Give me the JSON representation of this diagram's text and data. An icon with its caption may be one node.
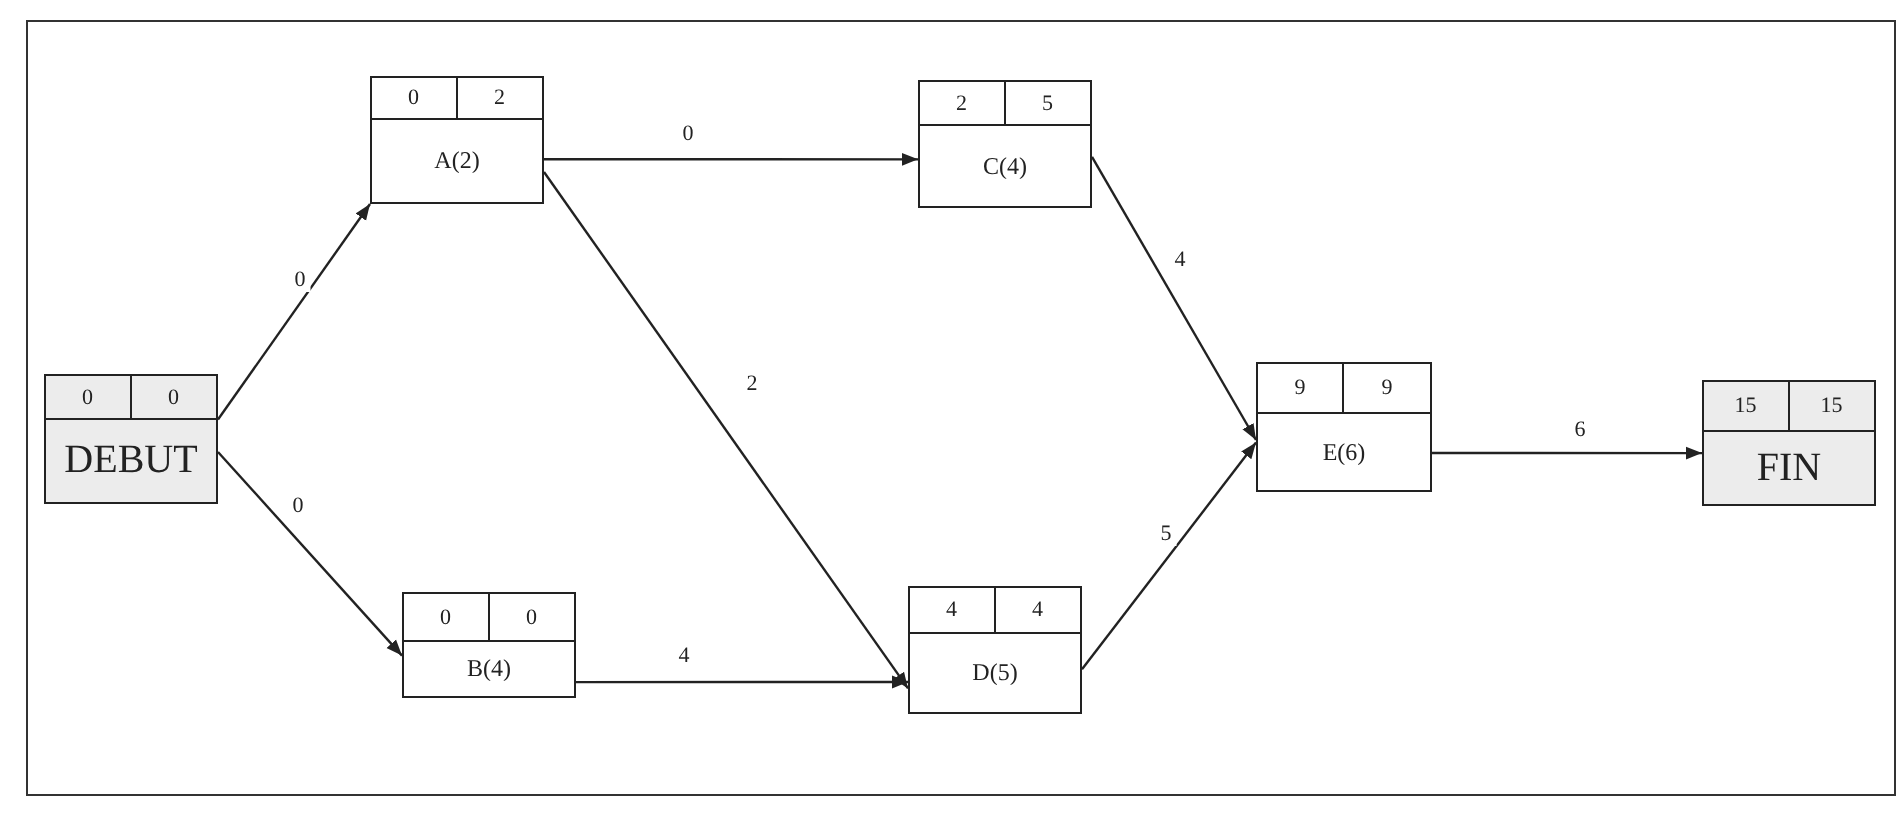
{
  "diagram": {
    "nodes": [
      {
        "text": [
          "0",
          "0",
          "DEBUT"
        ]
      },
      {
        "text": [
          "0",
          "2",
          "A(2)"
        ]
      },
      {
        "text": [
          "2",
          "5",
          "C(4)"
        ]
      },
      {
        "text": [
          "0",
          "0",
          "B(4)"
        ]
      },
      {
        "text": [
          "4",
          "4",
          "D(5)"
        ]
      },
      {
        "text": [
          "9",
          "9",
          "E(6)"
        ]
      },
      {
        "text": [
          "15",
          "15",
          "FIN"
        ]
      }
    ],
    "edges": [
      {
        "from": 0,
        "to": 1,
        "arrow": "to",
        "label": "0"
      },
      {
        "from": 0,
        "to": 3,
        "arrow": "to",
        "label": "0"
      },
      {
        "from": 1,
        "to": 2,
        "arrow": "to",
        "label": "0"
      },
      {
        "from": 1,
        "to": 4,
        "arrow": "to",
        "label": "2"
      },
      {
        "from": 3,
        "to": 4,
        "arrow": "to",
        "label": "4"
      },
      {
        "from": 2,
        "to": 5,
        "arrow": "to",
        "label": "4"
      },
      {
        "from": 4,
        "to": 5,
        "arrow": "to",
        "label": "5"
      },
      {
        "from": 5,
        "to": 6,
        "arrow": "to",
        "label": "6"
      }
    ]
  }
}
